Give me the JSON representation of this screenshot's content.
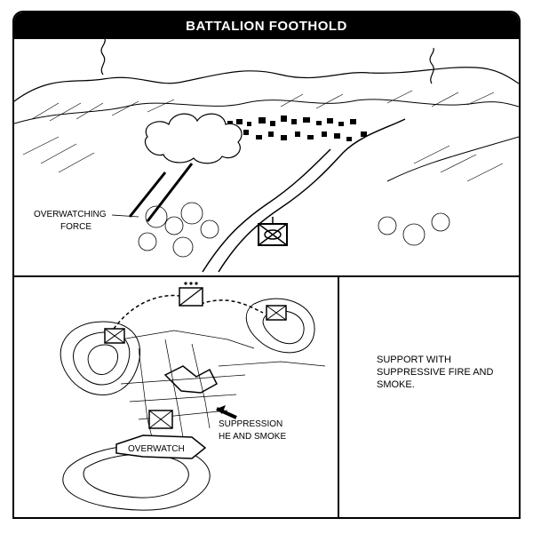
{
  "title": "BATTALION FOOTHOLD",
  "top_panel": {
    "overwatching_label_line1": "OVERWATCHING",
    "overwatching_label_line2": "FORCE"
  },
  "bottom_left": {
    "suppression_line1": "SUPPRESSION",
    "suppression_line2": "HE AND SMOKE",
    "overwatch_label": "OVERWATCH"
  },
  "bottom_right": {
    "note": "SUPPORT WITH SUPPRESSIVE FIRE AND SMOKE."
  }
}
